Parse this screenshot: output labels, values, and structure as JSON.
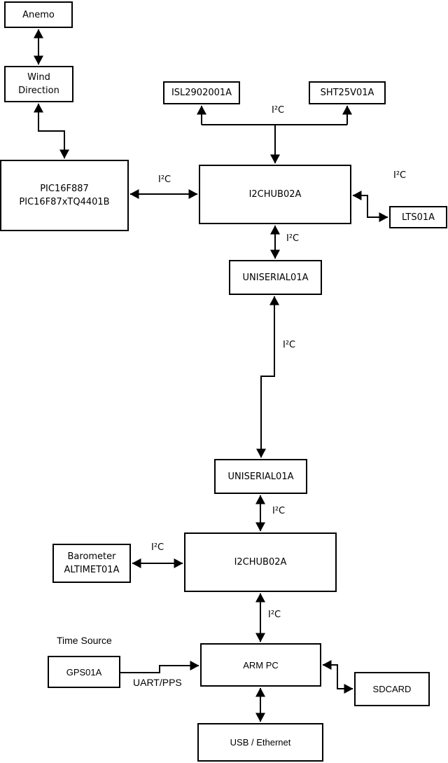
{
  "diagram": {
    "background_color": "#ffffff",
    "line_color": "#000000",
    "labels": {
      "i2c": "I²C",
      "time_source": "Time Source",
      "uart_pps": "UART/PPS"
    },
    "boxes": {
      "anemo": {
        "label": "Anemo"
      },
      "wind_direction": {
        "line1": "Wind",
        "line2": "Direction"
      },
      "pic": {
        "line1": "PIC16F887",
        "line2": "PIC16F87xTQ4401B"
      },
      "isl": {
        "label": "ISL2902001A"
      },
      "sht": {
        "label": "SHT25V01A"
      },
      "i2chub_top": {
        "label": "I2CHUB02A"
      },
      "lts": {
        "label": "LTS01A"
      },
      "uniserial_top": {
        "label": "UNISERIAL01A"
      },
      "uniserial_bottom": {
        "label": "UNISERIAL01A"
      },
      "barometer": {
        "line1": "Barometer",
        "line2": "ALTIMET01A"
      },
      "i2chub_bottom": {
        "label": "I2CHUB02A"
      },
      "gps": {
        "label": "GPS01A"
      },
      "arm_pc": {
        "label": "ARM PC"
      },
      "sdcard": {
        "label": "SDCARD"
      },
      "usb_ethernet": {
        "label": "USB / Ethernet"
      }
    }
  }
}
